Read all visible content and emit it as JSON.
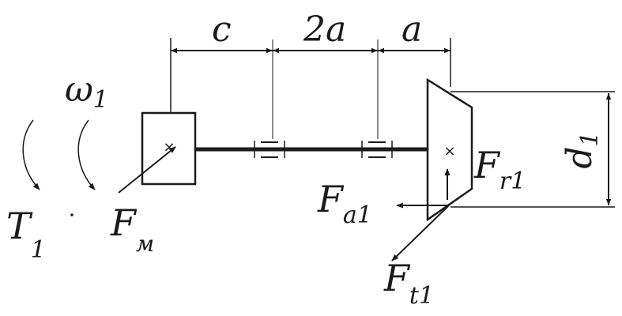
{
  "dimensions": {
    "c": "c",
    "span_2a": "2a",
    "a": "a",
    "diameter": "d",
    "diameter_sub": "1"
  },
  "rotation": {
    "omega": "ω",
    "omega_sub": "1",
    "torque": "T",
    "torque_sub": "1"
  },
  "forces": {
    "coupling": "F",
    "coupling_sub": "м",
    "radial": "F",
    "radial_sub": "r1",
    "axial": "F",
    "axial_sub": "a1",
    "tangential": "F",
    "tangential_sub": "t1"
  },
  "symbols": {
    "cross": "×"
  }
}
